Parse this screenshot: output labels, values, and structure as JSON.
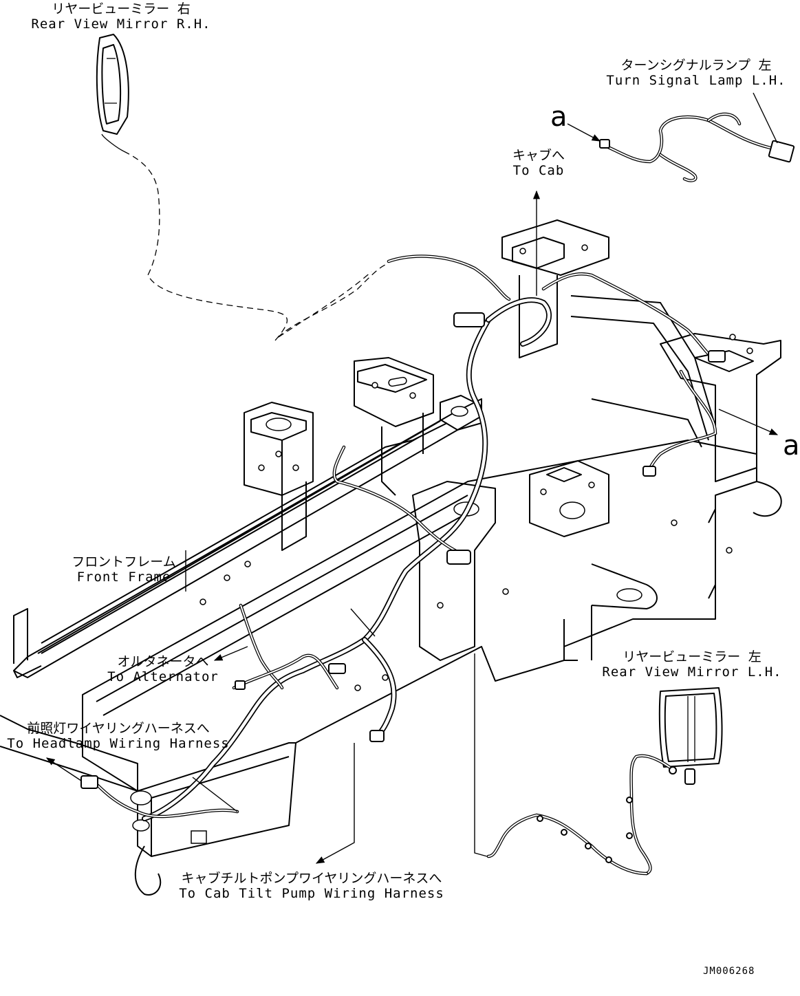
{
  "labels": {
    "mirror_rh_jp": "リヤービューミラー 右",
    "mirror_rh_en": "Rear View Mirror R.H.",
    "turn_signal_jp": "ターンシグナルランプ 左",
    "turn_signal_en": "Turn Signal Lamp L.H.",
    "to_cab_jp": "キャブへ",
    "to_cab_en": "To Cab",
    "front_frame_jp": "フロントフレーム",
    "front_frame_en": "Front Frame",
    "alternator_jp": "オルタネータへ",
    "alternator_en": "To Alternator",
    "mirror_lh_jp": "リヤービューミラー 左",
    "mirror_lh_en": "Rear View Mirror L.H.",
    "headlamp_jp": "前照灯ワイヤリングハーネスへ",
    "headlamp_en": "To Headlamp Wiring Harness",
    "cab_tilt_jp": "キャブチルトポンプワイヤリングハーネスへ",
    "cab_tilt_en": "To Cab Tilt Pump Wiring Harness"
  },
  "marks": {
    "a_top": "a",
    "a_right": "a"
  },
  "drawing_code": "JM006268"
}
